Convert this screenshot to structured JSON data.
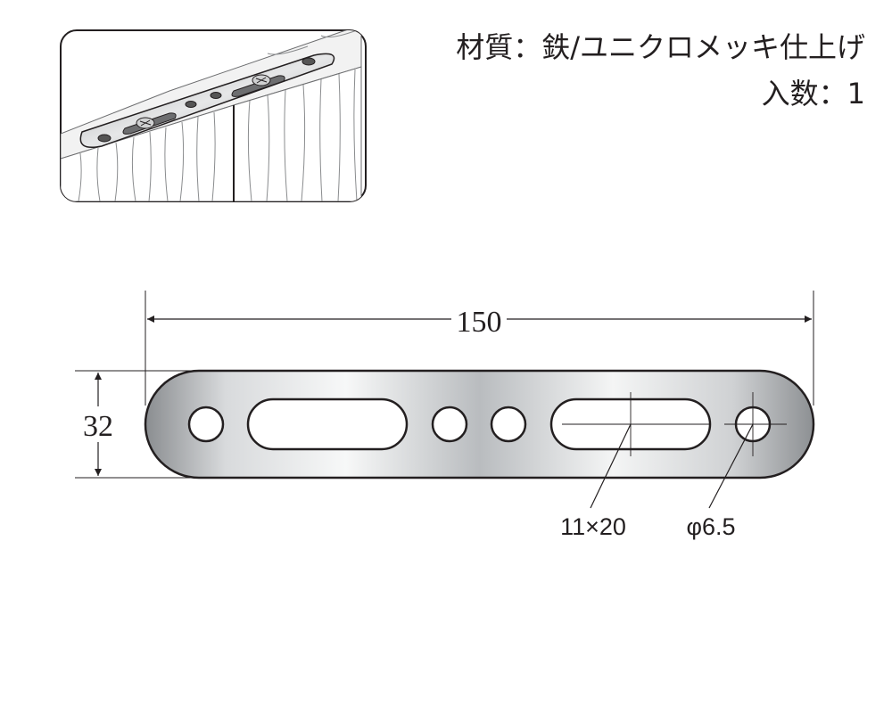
{
  "specs": {
    "material": "材質：鉄/ユニクロメッキ仕上げ",
    "quantity": "入数：1"
  },
  "dimensions": {
    "length": "150",
    "width": "32",
    "slot": "11×20",
    "hole": "φ6.5"
  }
}
